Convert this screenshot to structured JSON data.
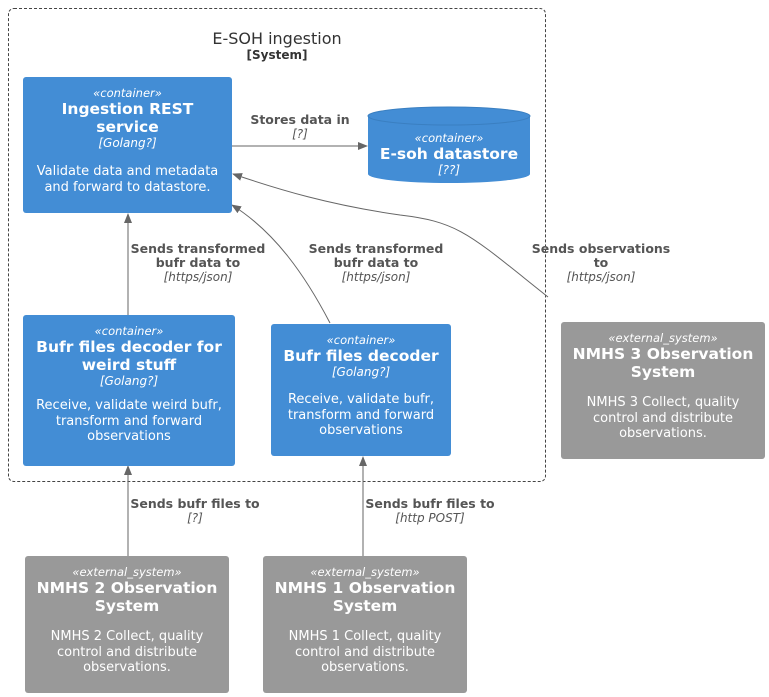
{
  "boundary": {
    "name": "E-SOH ingestion",
    "type": "[System]"
  },
  "nodes": {
    "ingest": {
      "stereotype": "«container»",
      "name_lines": [
        "Ingestion REST",
        "service"
      ],
      "tech": "[Golang?]",
      "desc_lines": [
        "Validate data and metadata",
        "and forward to datastore."
      ]
    },
    "datastore": {
      "stereotype": "«container»",
      "name_lines": [
        "E-soh datastore"
      ],
      "tech": "[??]"
    },
    "weird": {
      "stereotype": "«container»",
      "name_lines": [
        "Bufr files decoder for",
        "weird stuff"
      ],
      "tech": "[Golang?]",
      "desc_lines": [
        "Receive, validate weird bufr,",
        "transform and forward",
        "observations"
      ]
    },
    "decoder": {
      "stereotype": "«container»",
      "name_lines": [
        "Bufr files decoder"
      ],
      "tech": "[Golang?]",
      "desc_lines": [
        "Receive, validate bufr,",
        "transform and forward",
        "observations"
      ]
    },
    "nmhs3": {
      "stereotype": "«external_system»",
      "name_lines": [
        "NMHS 3 Observation",
        "System"
      ],
      "desc_lines": [
        "NMHS 3 Collect, quality",
        "control and distribute",
        "observations."
      ]
    },
    "nmhs2": {
      "stereotype": "«external_system»",
      "name_lines": [
        "NMHS 2 Observation",
        "System"
      ],
      "desc_lines": [
        "NMHS 2 Collect, quality",
        "control and distribute",
        "observations."
      ]
    },
    "nmhs1": {
      "stereotype": "«external_system»",
      "name_lines": [
        "NMHS 1 Observation",
        "System"
      ],
      "desc_lines": [
        "NMHS 1 Collect, quality",
        "control and distribute",
        "observations."
      ]
    }
  },
  "edges": {
    "stores": {
      "text_lines": [
        "Stores data in"
      ],
      "tech": "[?]"
    },
    "weird_to_ingest": {
      "text_lines": [
        "Sends transformed",
        "bufr data to"
      ],
      "tech": "[https/json]"
    },
    "decoder_to_ingest": {
      "text_lines": [
        "Sends transformed",
        "bufr data to"
      ],
      "tech": "[https/json]"
    },
    "nmhs3_to_ingest": {
      "text_lines": [
        "Sends observations",
        "to"
      ],
      "tech": "[https/json]"
    },
    "nmhs2_to_weird": {
      "text_lines": [
        "Sends bufr files to"
      ],
      "tech": "[?]"
    },
    "nmhs1_to_decoder": {
      "text_lines": [
        "Sends bufr files to"
      ],
      "tech": "[http POST]"
    }
  }
}
